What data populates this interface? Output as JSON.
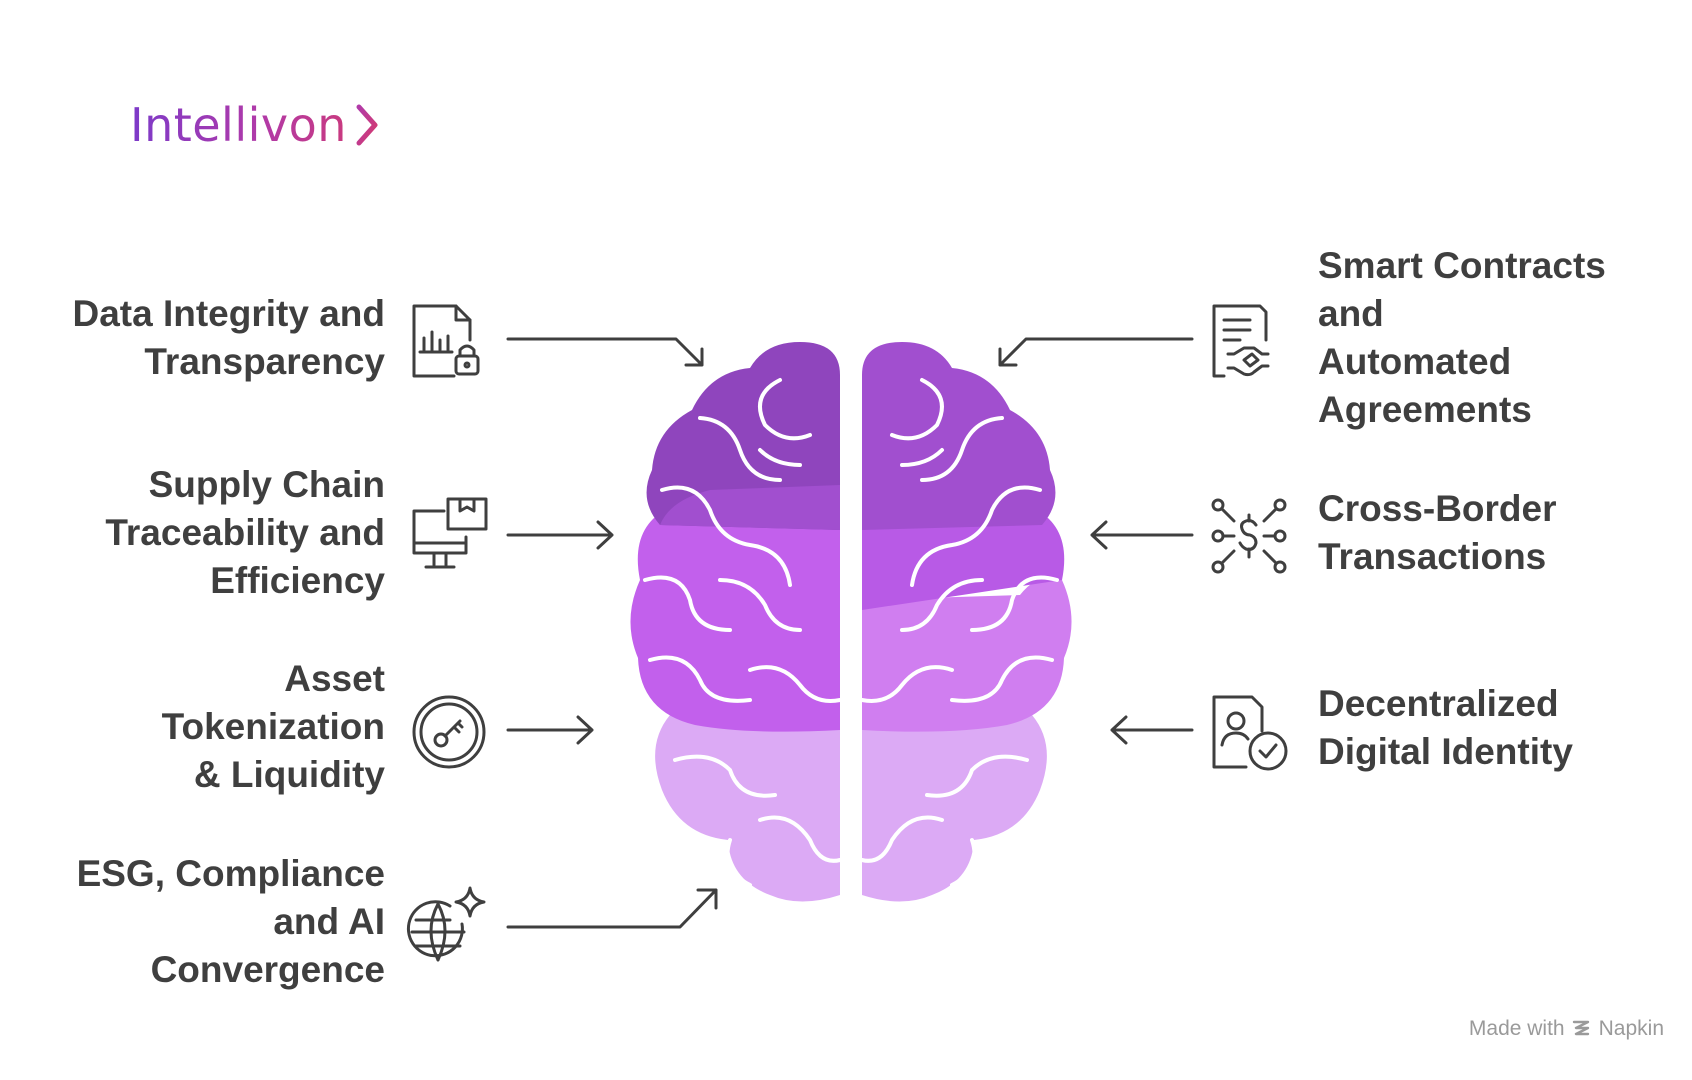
{
  "brand": {
    "name": "Intellivon",
    "chevron_icon": "chevron-right-icon",
    "colors": [
      "#7c3ac9",
      "#c93a7f"
    ]
  },
  "diagram": {
    "center_icon": "brain-icon",
    "left_items": [
      {
        "lines": [
          "Data Integrity and",
          "Transparency"
        ],
        "icon": "document-chart-lock-icon"
      },
      {
        "lines": [
          "Supply Chain",
          "Traceability and",
          "Efficiency"
        ],
        "icon": "monitor-package-icon"
      },
      {
        "lines": [
          "Asset",
          "Tokenization",
          "& Liquidity"
        ],
        "icon": "coin-key-icon"
      },
      {
        "lines": [
          "ESG, Compliance",
          "and AI",
          "Convergence"
        ],
        "icon": "globe-sparkle-icon"
      }
    ],
    "right_items": [
      {
        "lines": [
          "Smart Contracts",
          "and",
          "Automated",
          "Agreements"
        ],
        "icon": "contract-handshake-icon"
      },
      {
        "lines": [
          "Cross-Border",
          "Transactions"
        ],
        "icon": "dollar-network-icon"
      },
      {
        "lines": [
          "Decentralized",
          "Digital Identity"
        ],
        "icon": "identity-check-icon"
      }
    ],
    "colors": {
      "text": "#3f3f3f",
      "arrow": "#3f3f3f",
      "brain_dark": "#8f45bd",
      "brain_mid": "#c260ec",
      "brain_light": "#dcaaf5"
    }
  },
  "footer": {
    "made_with": "Made with",
    "brand": "Napkin",
    "icon": "napkin-logo-icon"
  }
}
